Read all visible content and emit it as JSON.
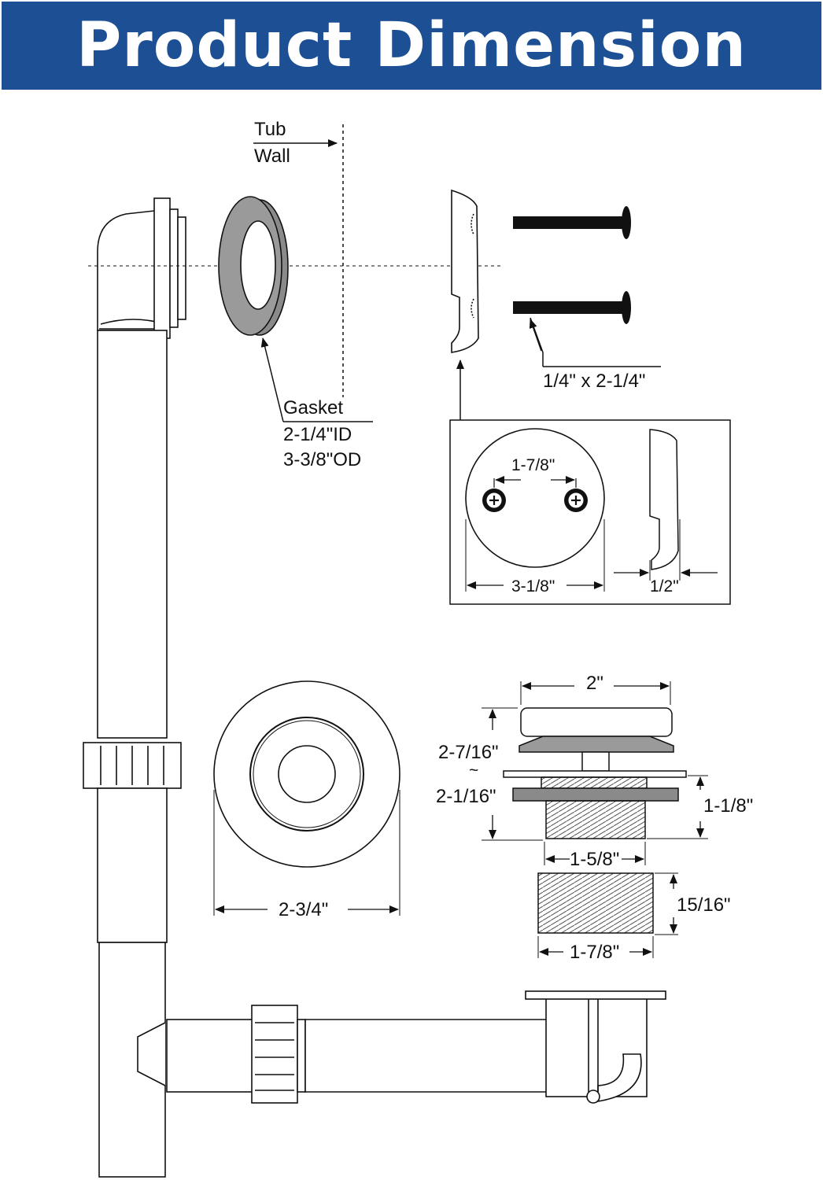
{
  "title": "Product Dimension",
  "labels": {
    "tub_wall_1": "Tub",
    "tub_wall_2": "Wall",
    "gasket_name": "Gasket",
    "gasket_id": "2-1/4\"ID",
    "gasket_od": "3-3/8\"OD",
    "bolt_size": "1/4\" x 2-1/4\"",
    "faceplate_hole_spacing": "1-7/8\"",
    "faceplate_diameter": "3-1/8\"",
    "faceplate_depth": "1/2\"",
    "flange_diameter": "2-3/4\"",
    "stopper_top": "2\"",
    "stopper_height_max": "2-7/16\"",
    "stopper_tilde": "~",
    "stopper_height_min": "2-1/16\"",
    "body_height": "1-1/8\"",
    "body_thread": "1-5/8\"",
    "insert_height": "15/16\"",
    "insert_diameter": "1-7/8\""
  },
  "colors": {
    "banner": "#1c4f93",
    "banner_text": "#ffffff",
    "gasket": "#8a8a8a",
    "bolt": "#111111",
    "line": "#111111"
  },
  "icons": [
    "screw-icon",
    "screw-icon"
  ]
}
